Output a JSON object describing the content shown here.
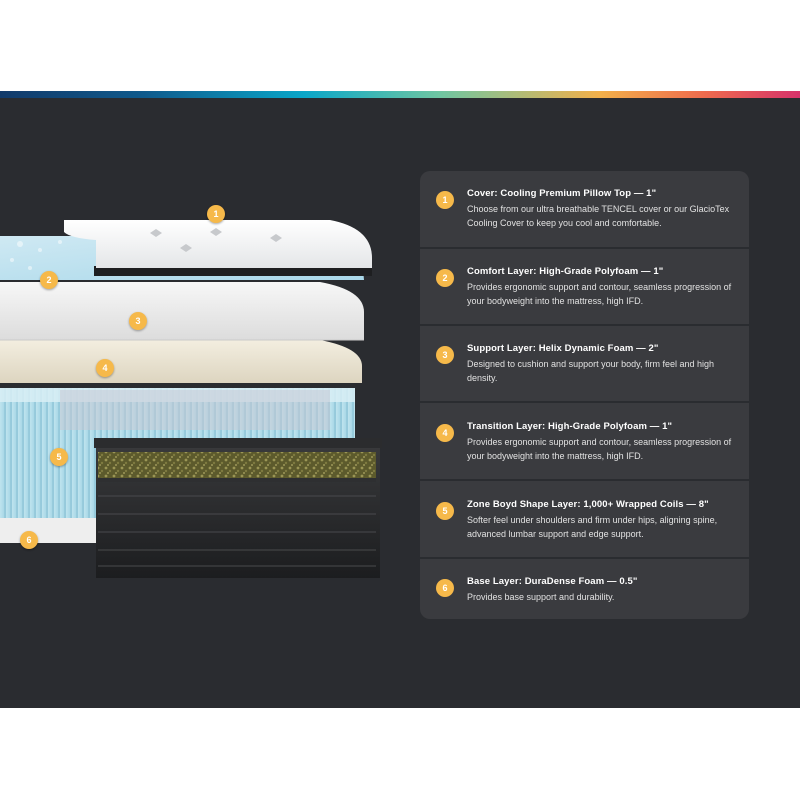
{
  "layers": [
    {
      "number": "1",
      "title": "Cover: Cooling Premium Pillow Top — 1\"",
      "description": "Choose from our ultra breathable TENCEL cover or our GlacioTex Cooling Cover to keep you cool and comfortable."
    },
    {
      "number": "2",
      "title": "Comfort Layer: High-Grade Polyfoam — 1\"",
      "description": "Provides ergonomic support and contour, seamless progression of your bodyweight into the mattress, high IFD."
    },
    {
      "number": "3",
      "title": "Support Layer: Helix Dynamic Foam — 2\"",
      "description": "Designed to cushion and support your body, firm feel and high density."
    },
    {
      "number": "4",
      "title": "Transition Layer: High-Grade Polyfoam — 1\"",
      "description": "Provides ergonomic support and contour, seamless progression of your bodyweight into the mattress, high IFD."
    },
    {
      "number": "5",
      "title": "Zone Boyd Shape Layer: 1,000+ Wrapped Coils — 8\"",
      "description": "Softer feel under shoulders and firm under hips, aligning spine, advanced lumbar support and edge support."
    },
    {
      "number": "6",
      "title": "Base Layer: DuraDense Foam — 0.5\"",
      "description": "Provides base support and durability."
    }
  ],
  "colors": {
    "panel_background": "#2a2c30",
    "legend_background": "#3a3b3f",
    "badge": "#f6b94a"
  }
}
